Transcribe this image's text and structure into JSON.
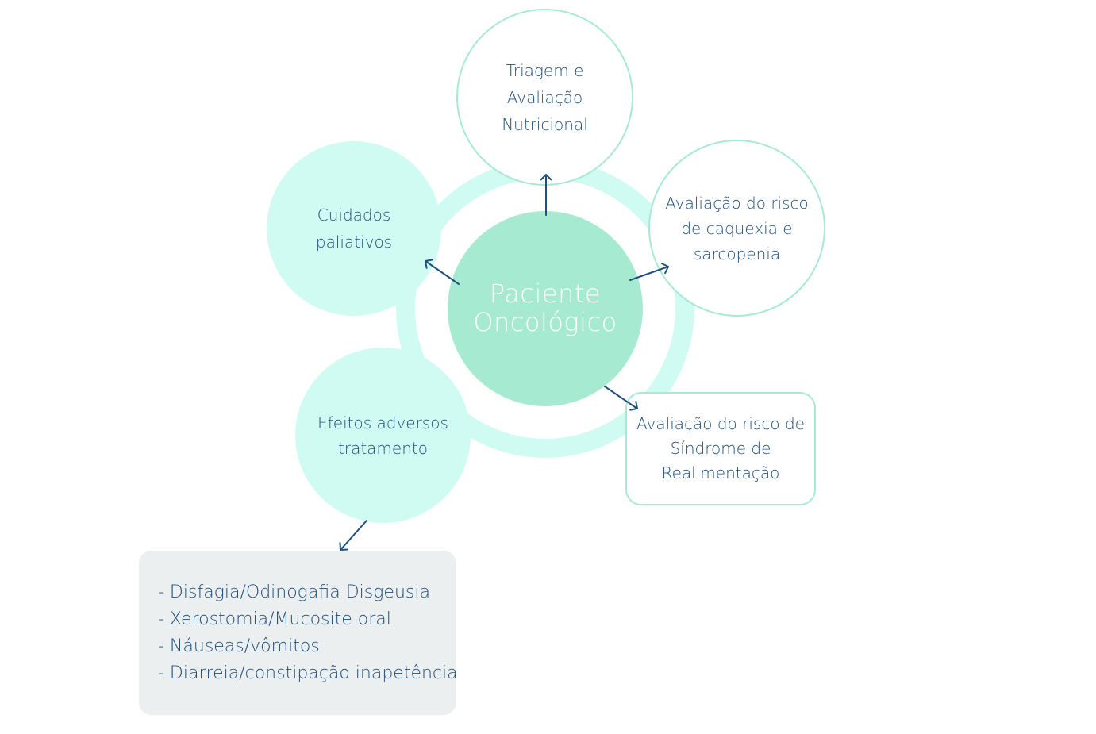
{
  "diagram": {
    "center": {
      "line1": "Paciente",
      "line2": "Oncológico"
    },
    "nodes": {
      "triagem": [
        "Triagem e",
        "Avaliação",
        "Nutricional"
      ],
      "caquexia": [
        "Avaliação do risco",
        "de caquexia e",
        "sarcopenia"
      ],
      "cuidados": [
        "Cuidados",
        "paliativos"
      ],
      "efeitos": [
        "Efeitos adversos",
        "tratamento"
      ],
      "sindrome": [
        "Avaliação do risco de",
        "Síndrome de",
        "Realimentação"
      ]
    },
    "symptoms": [
      "- Disfagia/Odinogafia Disgeusia",
      "- Xerostomia/Mucosite oral",
      "- Náuseas/vômitos",
      "- Diarreia/constipação inapetência"
    ],
    "colors": {
      "center_fill": "#a6ead2",
      "ring": "#d0fbf2",
      "outline": "#a8e9d6",
      "filled_node": "#d0fbf2",
      "text": "#1f4f7c",
      "arrow": "#1f4f7c",
      "symptoms_bg": "#eceff0"
    }
  }
}
